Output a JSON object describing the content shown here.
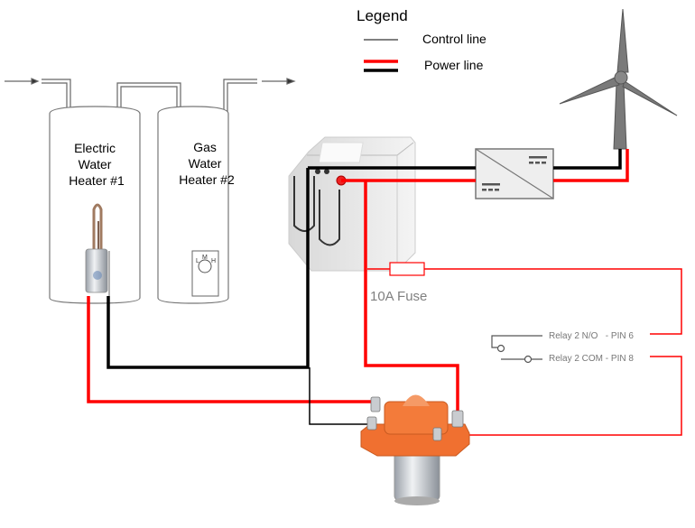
{
  "legend": {
    "title": "Legend",
    "control_line_label": "Control line",
    "power_line_label": "Power line"
  },
  "heaters": [
    {
      "lines": [
        "Electric",
        "Water",
        "Heater #1"
      ]
    },
    {
      "lines": [
        "Gas",
        "Water",
        "Heater #2"
      ],
      "thermostat": {
        "low": "L",
        "mid": "M",
        "high": "H"
      }
    }
  ],
  "fuse": {
    "label": "10A Fuse"
  },
  "relay": {
    "no_label": "Relay 2 N/O   - PIN 6",
    "com_label": "Relay 2 COM - PIN 8"
  },
  "colors": {
    "power_positive": "#ff0000",
    "power_negative": "#000000",
    "control": "#000000",
    "contactor": "#f07030",
    "label_gray": "#808080"
  },
  "icons": [
    "wind-turbine-icon",
    "inverter-icon",
    "battery-icon",
    "contactor-icon",
    "heating-element-icon",
    "thermostat-dial-icon"
  ]
}
